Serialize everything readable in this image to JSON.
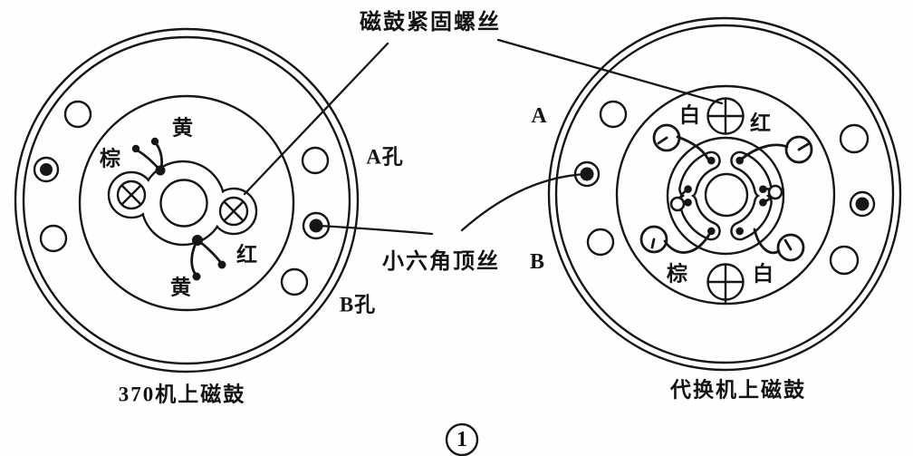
{
  "figure": {
    "top_label": "磁鼓紧固螺丝",
    "set_screw_label": "小六角顶丝",
    "left_drum": {
      "caption": "370机上磁鼓",
      "hole_a_label": "A孔",
      "hole_b_label": "B孔",
      "wires": {
        "top": "黄",
        "left": "棕",
        "bottom": "黄",
        "right": "红"
      }
    },
    "right_drum": {
      "caption": "代换机上磁鼓",
      "point_a_label": "A",
      "point_b_label": "B",
      "wires": {
        "top_left": "白",
        "top_right": "红",
        "bottom_left": "棕",
        "bottom_right": "白"
      }
    },
    "page_number": "1",
    "line_color": "#161616",
    "background_color": "#fefefe"
  }
}
